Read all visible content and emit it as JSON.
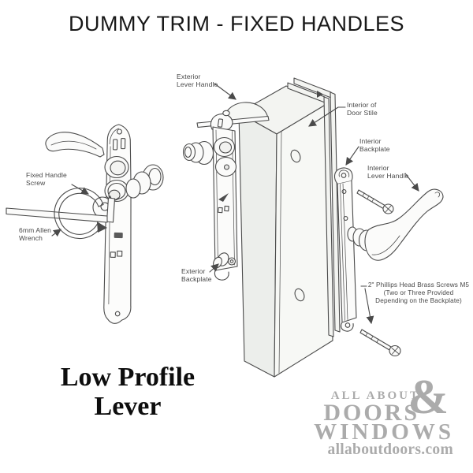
{
  "title": "DUMMY TRIM - FIXED HANDLES",
  "caption": "Low Profile\nLever",
  "labels": {
    "fixed_handle_screw": "Fixed Handle\nScrew",
    "allen_wrench": "6mm Allen\nWrench",
    "exterior_lever_handle": "Exterior\nLever Handle",
    "interior_door_stile": "Interior of\nDoor Stile",
    "interior_backplate": "Interior\nBackplate",
    "interior_lever_handle": "Interior\nLever Handle",
    "exterior_backplate": "Exterior\nBackplate",
    "screws_note": "2\" Phillips Head Brass Screws M5\n(Two or Three Provided\nDepending on the Backplate)"
  },
  "logo": {
    "line1": "ALL ABOUT",
    "line2": "DOORS",
    "ampersand": "&",
    "line3": "WINDOWS",
    "website": "allaboutdoors.com",
    "color": "#ababab"
  },
  "colors": {
    "ink": "#4b4b4b",
    "label_text": "#474747",
    "title_text": "#181818",
    "caption_text": "#0d0d0d",
    "paper": "#ffffff"
  }
}
